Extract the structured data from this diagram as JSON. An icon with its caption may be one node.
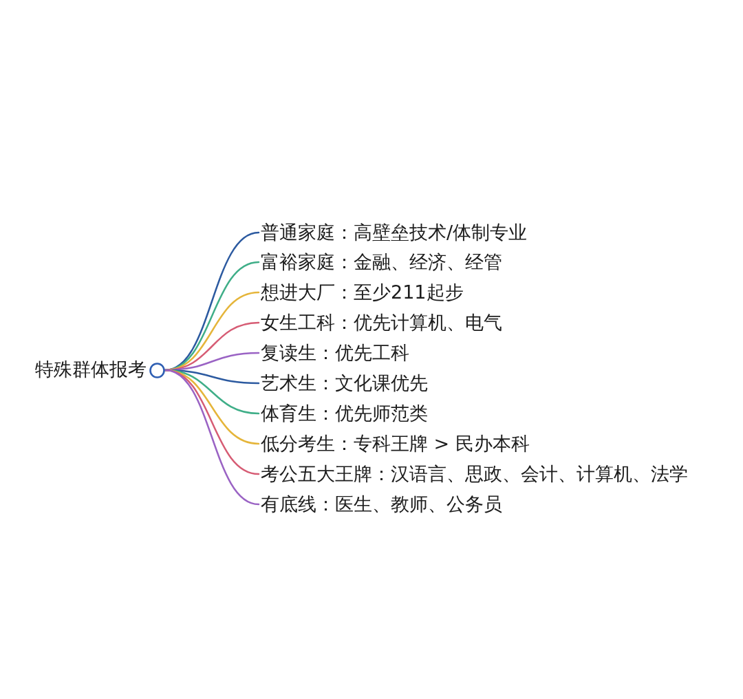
{
  "diagram": {
    "nodes": [
      {
        "text": [],
        "shape": "circle",
        "beside": [
          "特殊群体报考"
        ]
      },
      {
        "text": [
          "普通家庭：高壁垒技术/体制专业"
        ]
      },
      {
        "text": [
          "富裕家庭：金融、经济、经管"
        ]
      },
      {
        "text": [
          "想进大厂：至少211起步"
        ]
      },
      {
        "text": [
          "女生工科：优先计算机、电气"
        ]
      },
      {
        "text": [
          "复读生：优先工科"
        ]
      },
      {
        "text": [
          "艺术生：文化课优先"
        ]
      },
      {
        "text": [
          "体育生：优先师范类"
        ]
      },
      {
        "text": [
          "低分考生：专科王牌 > 民办本科"
        ]
      },
      {
        "text": [
          "考公五大王牌：汉语言、思政、会计、计算机、法学"
        ]
      },
      {
        "text": [
          "有底线：医生、教师、公务员"
        ]
      }
    ],
    "edges": [
      {
        "from": 0,
        "to": 1,
        "arrow": "none",
        "color": "#2c5aa0"
      },
      {
        "from": 0,
        "to": 2,
        "arrow": "none",
        "color": "#3fae88"
      },
      {
        "from": 0,
        "to": 3,
        "arrow": "none",
        "color": "#e5b53a"
      },
      {
        "from": 0,
        "to": 4,
        "arrow": "none",
        "color": "#d65c74"
      },
      {
        "from": 0,
        "to": 5,
        "arrow": "none",
        "color": "#9a63c4"
      },
      {
        "from": 0,
        "to": 6,
        "arrow": "none",
        "color": "#2c5aa0"
      },
      {
        "from": 0,
        "to": 7,
        "arrow": "none",
        "color": "#3fae88"
      },
      {
        "from": 0,
        "to": 8,
        "arrow": "none",
        "color": "#e5b53a"
      },
      {
        "from": 0,
        "to": 9,
        "arrow": "none",
        "color": "#d65c74"
      },
      {
        "from": 0,
        "to": 10,
        "arrow": "none",
        "color": "#9a63c4"
      }
    ]
  }
}
